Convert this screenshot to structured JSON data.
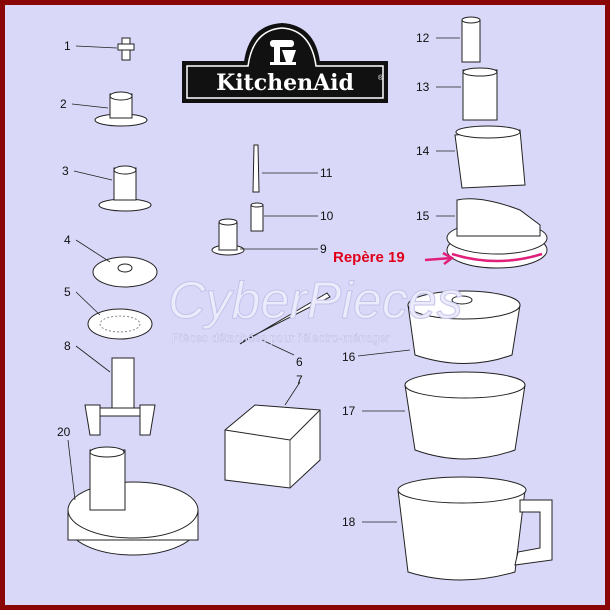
{
  "logo": {
    "brand": "KitchenAid",
    "registered": "®"
  },
  "watermark": {
    "title": "CyberPieces",
    "subtitle": "Pièces détachées pour l'électro-ménager"
  },
  "callout": {
    "label": "Repère 19",
    "color": "#e0001b",
    "arrow_color": "#e0207a"
  },
  "colors": {
    "background": "#d9d8f8",
    "border": "#8a0505"
  },
  "parts": [
    {
      "id": "1"
    },
    {
      "id": "2"
    },
    {
      "id": "3"
    },
    {
      "id": "4"
    },
    {
      "id": "5"
    },
    {
      "id": "8"
    },
    {
      "id": "20"
    },
    {
      "id": "11"
    },
    {
      "id": "10"
    },
    {
      "id": "9"
    },
    {
      "id": "6"
    },
    {
      "id": "7"
    },
    {
      "id": "12"
    },
    {
      "id": "13"
    },
    {
      "id": "14"
    },
    {
      "id": "15"
    },
    {
      "id": "16"
    },
    {
      "id": "17"
    },
    {
      "id": "18"
    }
  ]
}
